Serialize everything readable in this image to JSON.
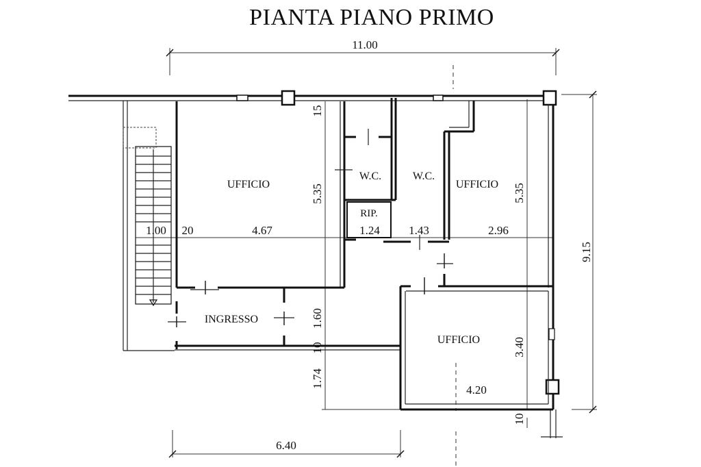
{
  "title": "PIANTA PIANO PRIMO",
  "rooms": {
    "office_left": "UFFICIO",
    "wc_1": "W.C.",
    "wc_2": "W.C.",
    "office_right": "UFFICIO",
    "storage": "RIP.",
    "entrance": "INGRESSO",
    "office_bottom": "UFFICIO"
  },
  "dimensions": {
    "total_width": "11.00",
    "total_height": "9.15",
    "stair_width": "1.00",
    "wall_20": "20",
    "office_left_width": "4.67",
    "rip_width": "1.24",
    "wc_width": "1.43",
    "office_right_width": "2.96",
    "wall_15": "15",
    "office_left_depth": "5.35",
    "office_right_depth": "5.35",
    "entrance_depth": "1.60",
    "wall_10_left": "10",
    "lower_depth": "1.74",
    "office_bottom_depth": "3.40",
    "office_bottom_width": "4.20",
    "wall_10_right": "10",
    "bottom_width": "6.40"
  }
}
